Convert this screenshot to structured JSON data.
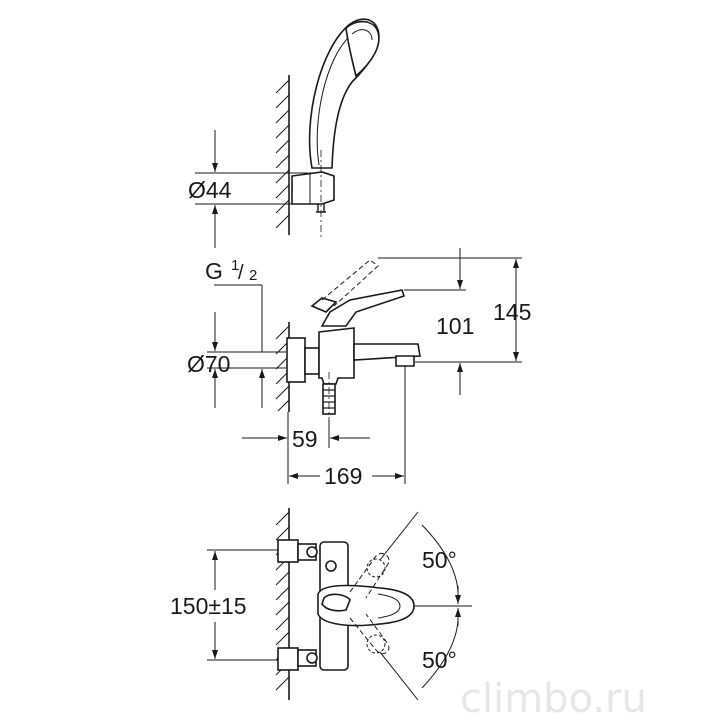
{
  "drawing": {
    "top_view": {
      "diameter_label": "Ø44"
    },
    "side_view": {
      "thread_label_main": "G",
      "thread_label_num": "1",
      "thread_label_den": "2",
      "diameter_label": "Ø70",
      "height_spout_label": "101",
      "height_total_label": "145",
      "depth_label": "59",
      "projection_label": "169"
    },
    "front_view": {
      "centers_label": "150±15",
      "angle_upper_label": "50°",
      "angle_lower_label": "50°"
    },
    "watermark": "climbo.ru"
  },
  "colors": {
    "line": "#1a1a1a",
    "background": "#ffffff",
    "watermark": "#e6e6e6"
  }
}
